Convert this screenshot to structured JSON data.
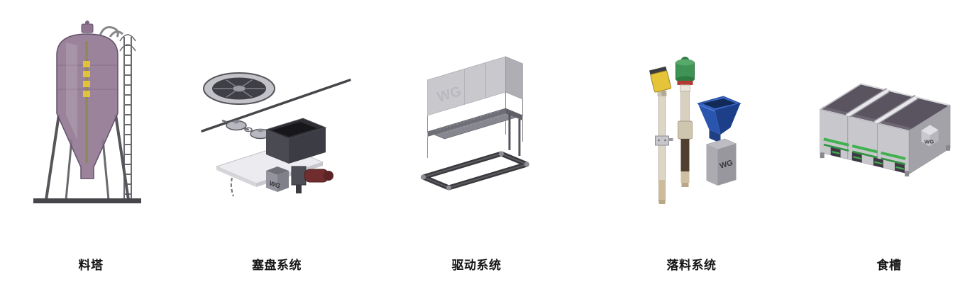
{
  "section": {
    "background": "#ffffff"
  },
  "brand": {
    "logo_text": "WG"
  },
  "products": [
    {
      "name": "feed-silo",
      "label": "料塔"
    },
    {
      "name": "plug-disc-feeding-system",
      "label": "塞盘系统"
    },
    {
      "name": "drive-system",
      "label": "驱动系统"
    },
    {
      "name": "drop-feeding-system",
      "label": "落料系统"
    },
    {
      "name": "feed-trough",
      "label": "食槽"
    }
  ],
  "colors": {
    "label_text": "#151515",
    "silo_body": "#8f7590",
    "hopper_blue": "#2a55ae",
    "sensor_yellow": "#e5c43a",
    "unit_green": "#3e9355",
    "trough_green": "#3fb14d",
    "metal_gray": "#c7c7cc",
    "dark_frame": "#3a3a3e",
    "motor_red": "#6f2d2d"
  }
}
